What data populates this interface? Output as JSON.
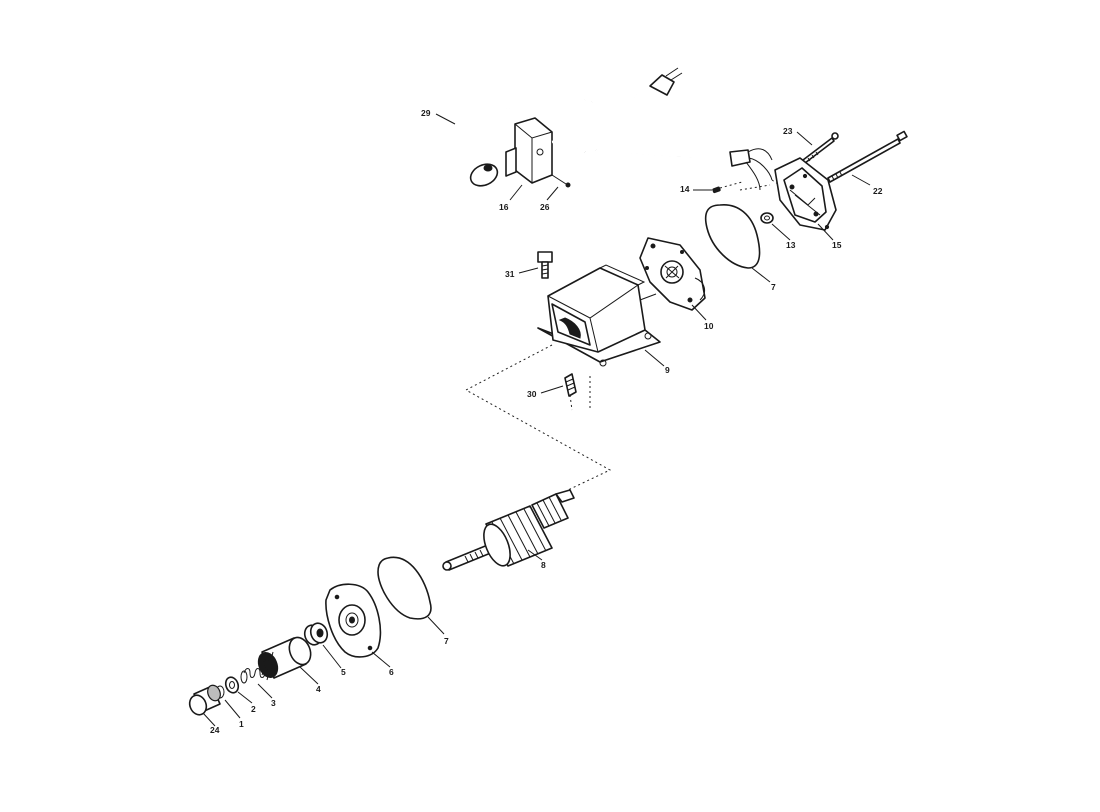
{
  "diagram": {
    "callouts": {
      "c29": "29",
      "c16": "16",
      "c26": "26",
      "c23": "23",
      "c14": "14",
      "c22": "22",
      "c13": "13",
      "c15": "15",
      "c31": "31",
      "c7a": "7",
      "c10": "10",
      "c9": "9",
      "c30": "30",
      "c8": "8",
      "c7b": "7",
      "c6": "6",
      "c5": "5",
      "c4": "4",
      "c3": "3",
      "c2": "2",
      "c1": "1",
      "c24": "24"
    }
  }
}
